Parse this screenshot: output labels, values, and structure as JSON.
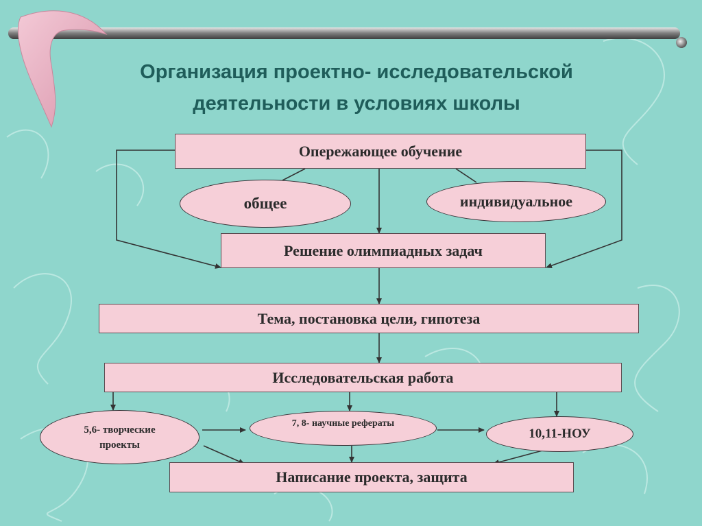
{
  "slide": {
    "title_line1": "Организация проектно- исследовательской",
    "title_line2": "деятельности в условиях школы"
  },
  "nodes": {
    "advanced": "Опережающее обучение",
    "general": "общее",
    "individual": "индивидуальное",
    "olympiad": "Решение олимпиадных задач",
    "topic": "Тема, постановка цели, гипотеза",
    "research": "Исследовательская работа",
    "creative": "5,6- творческие проекты",
    "essays": "7, 8- научные рефераты",
    "nou": "10,11-НОУ",
    "writing": "Написание проекта, защита"
  },
  "colors": {
    "background": "#8fd6cc",
    "box_fill": "#f6cfd8",
    "title": "#1f5d5a",
    "connector": "#333333"
  },
  "icons": {
    "decor": "boomerang-icon",
    "bar": "rail-bar"
  }
}
